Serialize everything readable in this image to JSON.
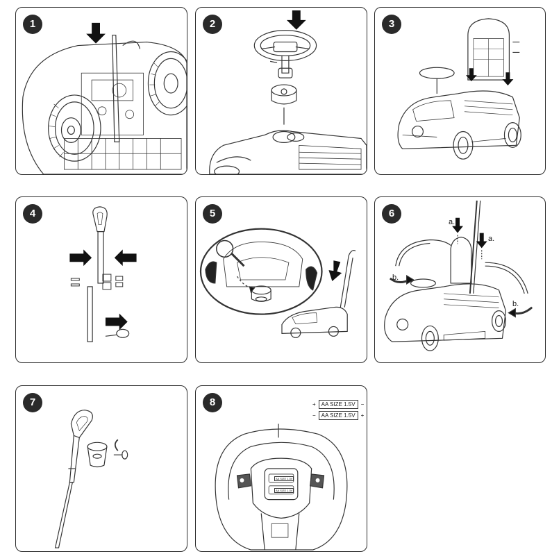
{
  "steps": [
    {
      "number": "1"
    },
    {
      "number": "2"
    },
    {
      "number": "3"
    },
    {
      "number": "4"
    },
    {
      "number": "5"
    },
    {
      "number": "6",
      "label_a1": "a.",
      "label_a2": "a.",
      "label_b1": "b.",
      "label_b2": "b."
    },
    {
      "number": "7"
    },
    {
      "number": "8",
      "battery_rows": [
        {
          "left": "+",
          "label": "AA SIZE 1.5V",
          "right": "−"
        },
        {
          "left": "−",
          "label": "AA SIZE 1.5V",
          "right": "+"
        }
      ],
      "wheel_battery_labels": [
        "AA SIZE 1.5V",
        "AA SIZE 1.5V"
      ]
    }
  ]
}
